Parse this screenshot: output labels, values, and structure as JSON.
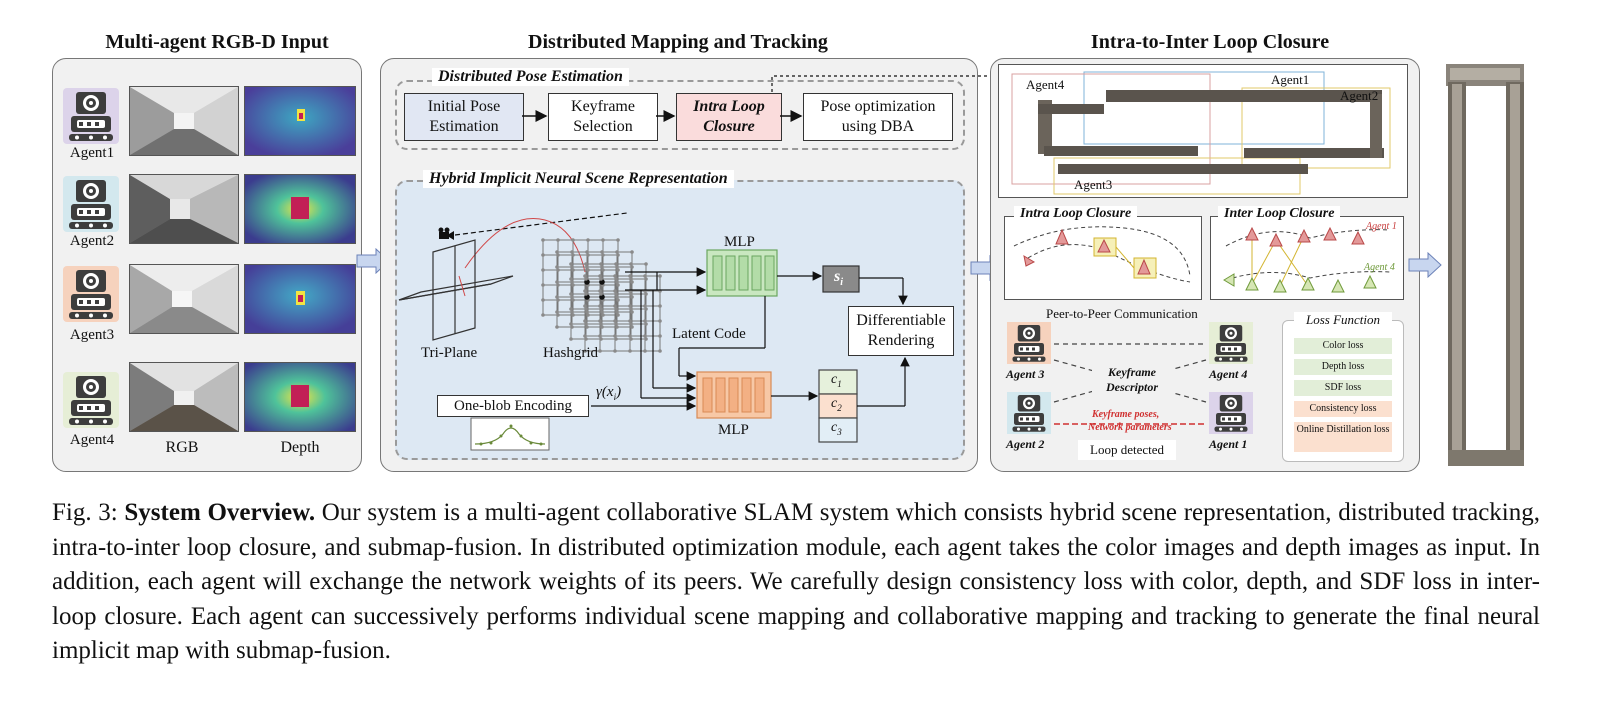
{
  "sections": {
    "input_title": "Multi-agent RGB-D Input",
    "mapping_title": "Distributed Mapping and Tracking",
    "loop_title": "Intra-to-Inter Loop Closure"
  },
  "input": {
    "agents": [
      "Agent1",
      "Agent2",
      "Agent3",
      "Agent4"
    ],
    "agent_colors": [
      "#dcd3ea",
      "#d3e8ee",
      "#f6d2bd",
      "#e6eed6"
    ],
    "rgb_label": "RGB",
    "depth_label": "Depth"
  },
  "pose": {
    "title": "Distributed Pose Estimation",
    "steps": [
      "Initial Pose Estimation",
      "Keyframe Selection",
      "Intra Loop Closure",
      "Pose optimization using DBA"
    ]
  },
  "hybrid": {
    "title": "Hybrid Implicit Neural Scene Representation",
    "triplane": "Tri-Plane",
    "hashgrid": "Hashgrid",
    "mlp_top": "MLP",
    "mlp_bottom": "MLP",
    "latent": "Latent Code",
    "s_label": "s",
    "s_sub": "i",
    "diff_render": "Differentiable Rendering",
    "encoding": "One-blob Encoding",
    "gamma": "γ(x",
    "gamma_sub": "i",
    "c_labels": [
      "c",
      "c",
      "c"
    ],
    "c_subs": [
      "1",
      "2",
      "3"
    ]
  },
  "loop": {
    "map_agents": [
      "Agent4",
      "Agent1",
      "Agent2",
      "Agent3"
    ],
    "intra_title": "Intra Loop Closure",
    "inter_title": "Inter Loop Closure",
    "inter_agent1": "Agent 1",
    "inter_agent4": "Agent 4",
    "p2p": "Peer-to-Peer Communication",
    "comm_agents": [
      "Agent 3",
      "Agent 4",
      "Agent 2",
      "Agent 1"
    ],
    "descriptor": "Keyframe Descriptor",
    "poses": "Keyframe poses,",
    "params": "Network parameters",
    "loop_detected": "Loop detected",
    "loss_title": "Loss Function",
    "losses": [
      "Color loss",
      "Depth loss",
      "SDF loss",
      "Consistency loss",
      "Online Distillation loss"
    ]
  },
  "caption": {
    "prefix": "Fig. 3: ",
    "bold": "System Overview.",
    "text": " Our system is a multi-agent collaborative SLAM system which consists hybrid scene representation, distributed tracking, intra-to-inter loop closure, and submap-fusion. In distributed optimization module, each agent takes the color images and depth images as input. In addition, each agent will exchange the network weights of its peers. We carefully design consistency loss with color, depth, and SDF loss in inter-loop closure. Each agent can successively performs individual scene mapping and collaborative mapping and tracking to generate the final neural implicit map with submap-fusion."
  }
}
